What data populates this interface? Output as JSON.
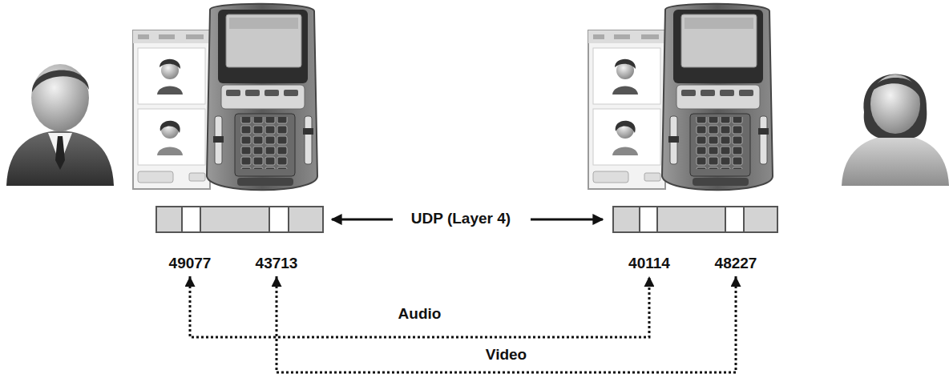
{
  "diagram": {
    "nodes": [
      {
        "text": [
          "49077"
        ]
      },
      {
        "text": [
          "43713"
        ]
      },
      {
        "text": [
          "40114"
        ]
      },
      {
        "text": [
          "48227"
        ]
      }
    ],
    "edges": [
      {
        "from": 0,
        "to": 2,
        "label": "Audio",
        "arrow": "both"
      },
      {
        "from": 1,
        "to": 3,
        "label": "Video",
        "arrow": "both"
      }
    ],
    "labels": [
      "UDP (Layer 4)"
    ]
  }
}
